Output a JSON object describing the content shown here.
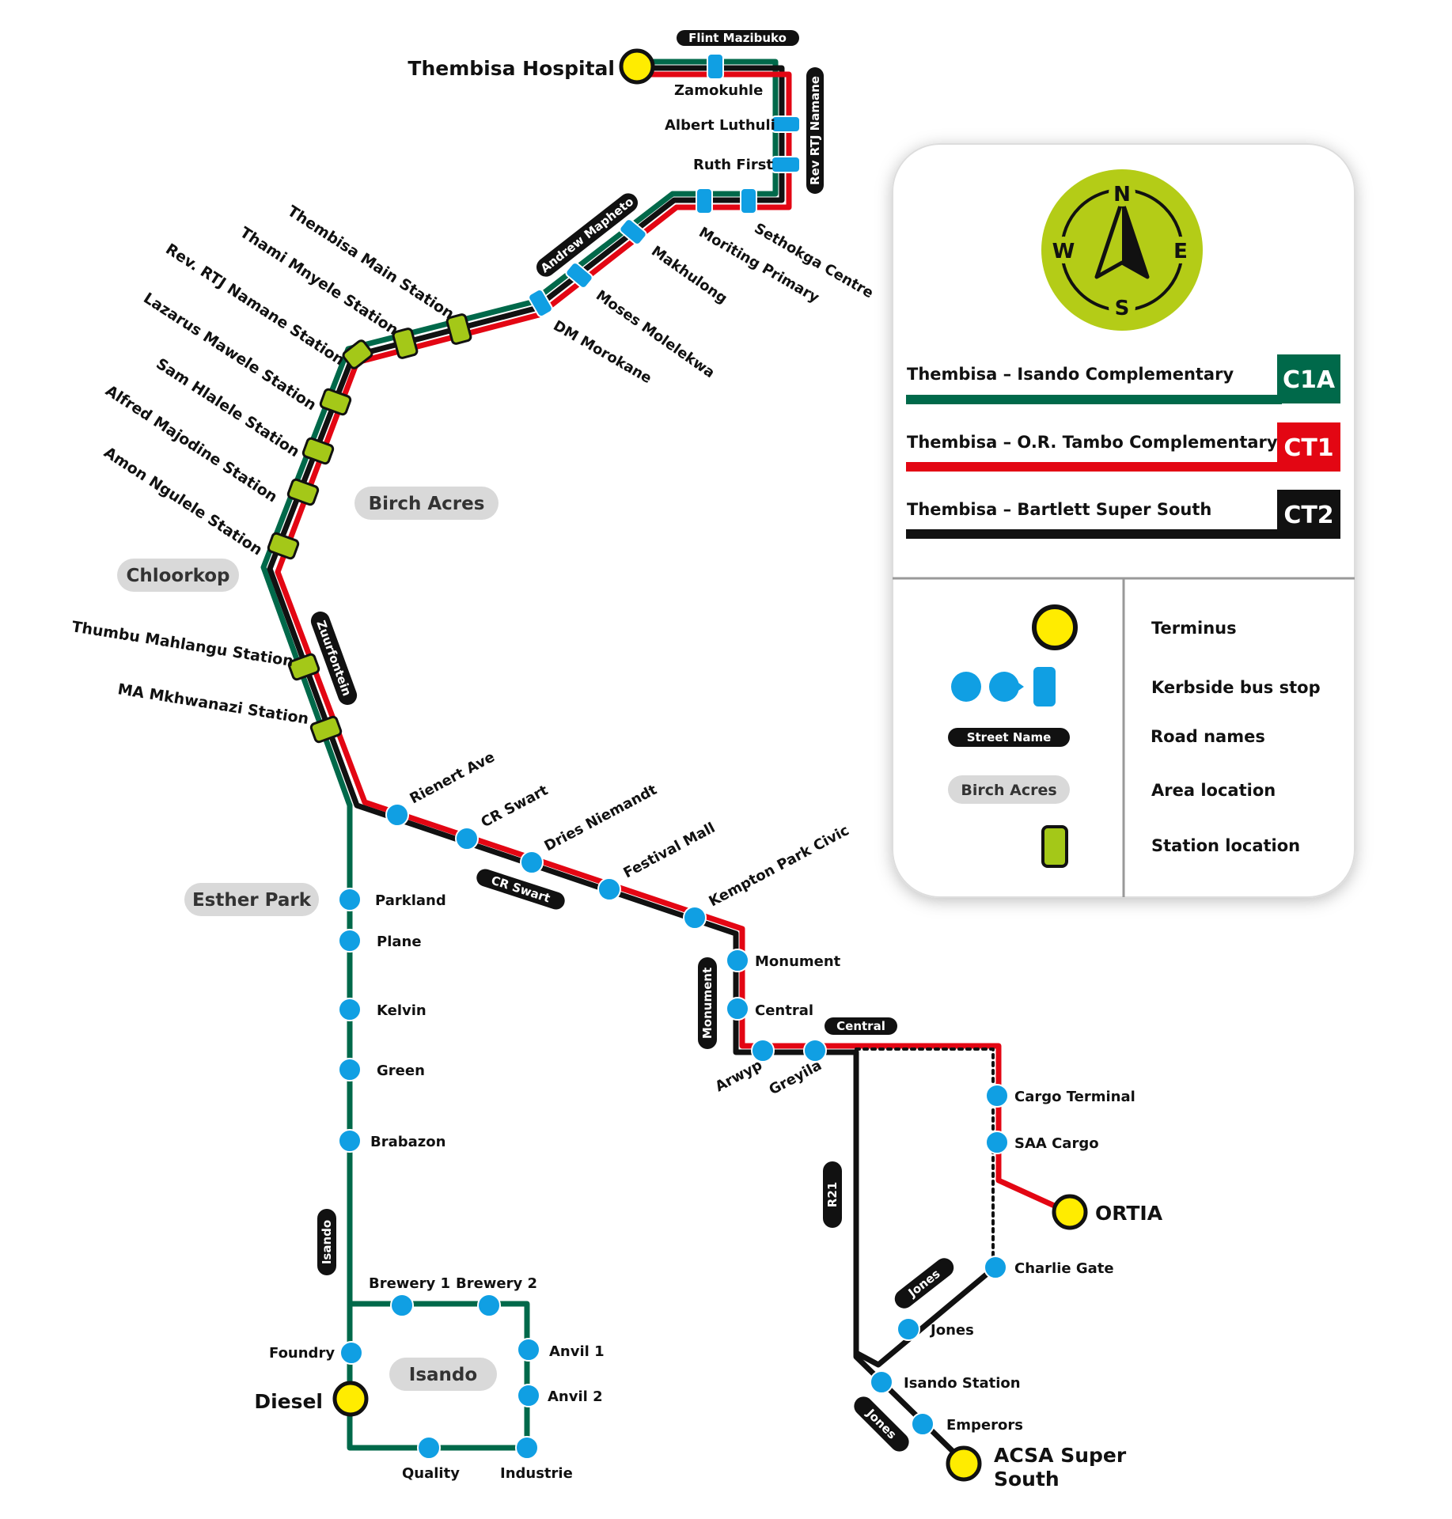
{
  "colors": {
    "c1a": "#00694a",
    "ct1": "#e30613",
    "ct2": "#111111",
    "stop": "#109fe3",
    "terminus": "#ffec00",
    "station": "#a4c818",
    "area_bg": "#d9d9d9",
    "compass": "#b4cc17"
  },
  "legend": {
    "compass": {
      "n": "N",
      "e": "E",
      "s": "S",
      "w": "W"
    },
    "routes": [
      {
        "name": "Thembisa – Isando Complementary",
        "code": "C1A",
        "color": "#00694a"
      },
      {
        "name": "Thembisa – O.R. Tambo Complementary",
        "code": "CT1",
        "color": "#e30613"
      },
      {
        "name": "Thembisa – Bartlett Super South",
        "code": "CT2",
        "color": "#111111"
      }
    ],
    "keys": {
      "terminus": "Terminus",
      "kerbside": "Kerbside bus stop",
      "road_sample": "Street Name",
      "road": "Road names",
      "area_sample": "Birch Acres",
      "area": "Area location",
      "station": "Station location"
    }
  },
  "termini": {
    "thembisa": "Thembisa Hospital",
    "diesel": "Diesel",
    "ortia": "ORTIA",
    "acsa_1": "ACSA Super",
    "acsa_2": "South"
  },
  "areas": {
    "birch": "Birch Acres",
    "chloorkop": "Chloorkop",
    "esther": "Esther Park",
    "isando": "Isando"
  },
  "roads": {
    "flint": "Flint Mazibuko",
    "rtj": "Rev RTJ Namane",
    "andrew": "Andrew Mapheto",
    "zuurfontein": "Zuurfontein",
    "crswart": "CR Swart",
    "monument": "Monument",
    "central": "Central",
    "r21": "R21",
    "isando": "Isando",
    "jones1": "Jones",
    "jones2": "Jones"
  },
  "stations": {
    "thembisa_main": "Thembisa Main Station",
    "thami": "Thami Mnyele Station",
    "rev_rtj": "Rev. RTJ Namane Station",
    "lazarus": "Lazarus Mawele Station",
    "sam": "Sam Hlalele Station",
    "alfred": "Alfred Majodine Station",
    "amon": "Amon Ngulele Station",
    "thumbu": "Thumbu Mahlangu Station",
    "ma": "MA Mkhwanazi Station"
  },
  "stops": {
    "zamokuhle": "Zamokuhle",
    "albert": "Albert Luthuli",
    "ruth": "Ruth First",
    "sethokga": "Sethokga Centre",
    "moriting": "Moriting Primary",
    "makhulong": "Makhulong",
    "moses": "Moses Molelekwa",
    "dm": "DM Morokane",
    "rienert": "Rienert Ave",
    "crswart": "CR Swart",
    "dries": "Dries Niemandt",
    "festival": "Festival Mall",
    "kempton": "Kempton Park Civic",
    "monument": "Monument",
    "central": "Central",
    "arwyp": "Arwyp",
    "greyila": "Greyila",
    "parkland": "Parkland",
    "plane": "Plane",
    "kelvin": "Kelvin",
    "green": "Green",
    "brabazon": "Brabazon",
    "brewery1": "Brewery 1",
    "brewery2": "Brewery 2",
    "anvil1": "Anvil 1",
    "anvil2": "Anvil 2",
    "foundry": "Foundry",
    "quality": "Quality",
    "industrie": "Industrie",
    "cargo": "Cargo Terminal",
    "saa": "SAA Cargo",
    "charlie": "Charlie Gate",
    "jones": "Jones",
    "isando_stn": "Isando Station",
    "emperors": "Emperors"
  }
}
